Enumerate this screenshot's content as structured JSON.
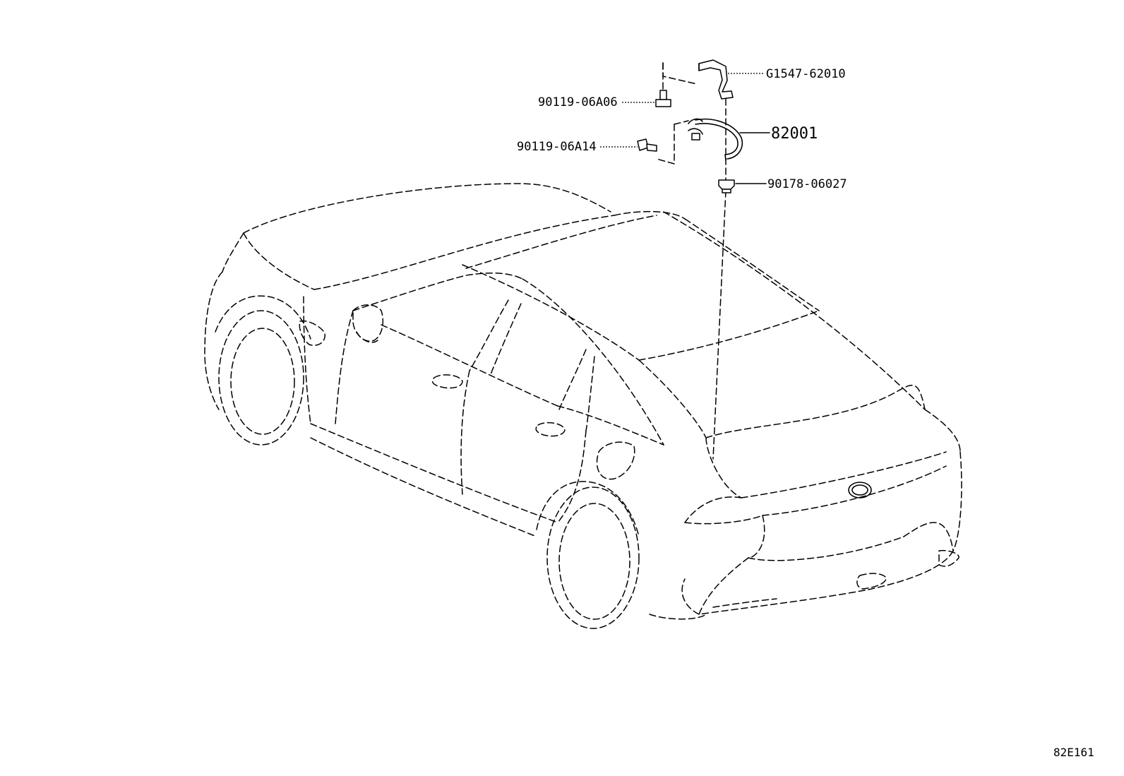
{
  "parts": {
    "bracket": "G1547-62010",
    "bolt_upper": "90119-06A06",
    "harness": "82001",
    "bolt_lower": "90119-06A14",
    "nut": "90178-06027"
  },
  "reference_code": "82E161"
}
